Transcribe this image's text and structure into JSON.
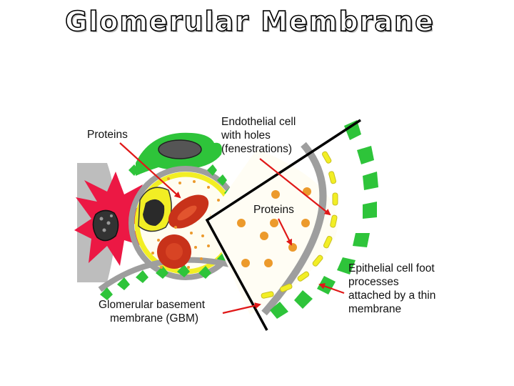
{
  "title": "Glomerular Membrane",
  "labels": {
    "proteins_left": "Proteins",
    "endothelial": [
      "Endothelial cell",
      "with holes",
      "(fenestrations)"
    ],
    "proteins_right": "Proteins",
    "epithelial": [
      "Epithelial cell foot",
      "processes",
      "attached by a thin",
      "membrane"
    ],
    "gbm": [
      "Glomerular basement",
      "membrane (GBM)"
    ]
  },
  "colors": {
    "epithelial_green": "#2ec43a",
    "basement_gray": "#9e9e9e",
    "endothelium_yellow": "#f2ee24",
    "protein_orange": "#ec9a2c",
    "red_blood_cell": "#c8321a",
    "mesangial_red": "#ec1844",
    "arrow_red": "#e01818"
  }
}
